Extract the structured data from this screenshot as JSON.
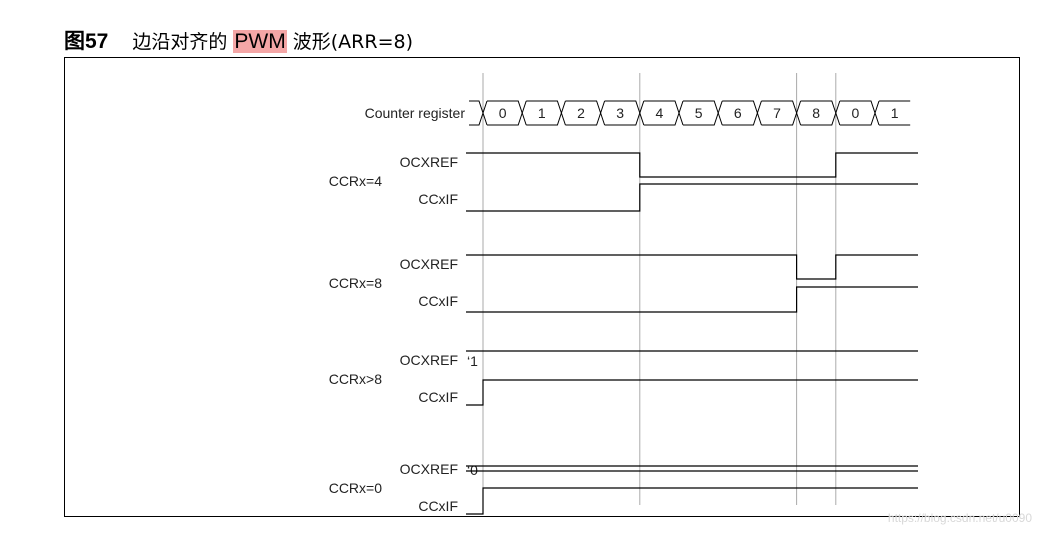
{
  "caption": {
    "figure_number": "图57",
    "title_prefix": "边沿对齐的 ",
    "title_highlight": "PWM",
    "title_suffix": " 波形(ARR=8)"
  },
  "counter": {
    "label": "Counter register",
    "values": [
      "0",
      "1",
      "2",
      "3",
      "4",
      "5",
      "6",
      "7",
      "8",
      "0",
      "1"
    ]
  },
  "groups": [
    {
      "ccr_label": "CCRx=4",
      "ocxref_label": "OCXREF",
      "ccxif_label": "CCxIF",
      "ocxref_transitions": [
        [
          0,
          1
        ],
        [
          4,
          0
        ],
        [
          9,
          1
        ]
      ],
      "ccxif_transitions": [
        [
          0,
          0
        ],
        [
          4,
          1
        ]
      ],
      "constant_text": ""
    },
    {
      "ccr_label": "CCRx=8",
      "ocxref_label": "OCXREF",
      "ccxif_label": "CCxIF",
      "ocxref_transitions": [
        [
          0,
          1
        ],
        [
          8,
          0
        ],
        [
          9,
          1
        ]
      ],
      "ccxif_transitions": [
        [
          0,
          0
        ],
        [
          8,
          1
        ]
      ],
      "constant_text": ""
    },
    {
      "ccr_label": "CCRx>8",
      "ocxref_label": "OCXREF",
      "ccxif_label": "CCxIF",
      "ocxref_transitions": [
        [
          0,
          1
        ]
      ],
      "ccxif_transitions": [
        [
          0,
          0
        ],
        [
          0,
          1
        ]
      ],
      "constant_text": "‘1"
    },
    {
      "ccr_label": "CCRx=0",
      "ocxref_label": "OCXREF",
      "ccxif_label": "CCxIF",
      "ocxref_transitions": [
        [
          0,
          0
        ]
      ],
      "ccxif_transitions": [
        [
          0,
          0
        ],
        [
          0,
          1
        ]
      ],
      "constant_text": "‘0"
    }
  ],
  "watermark": "https://blog.csdn.net/u0090",
  "colors": {
    "highlight": "#f4a6a6",
    "guide": "#aaaaaa",
    "signal": "#000000"
  }
}
